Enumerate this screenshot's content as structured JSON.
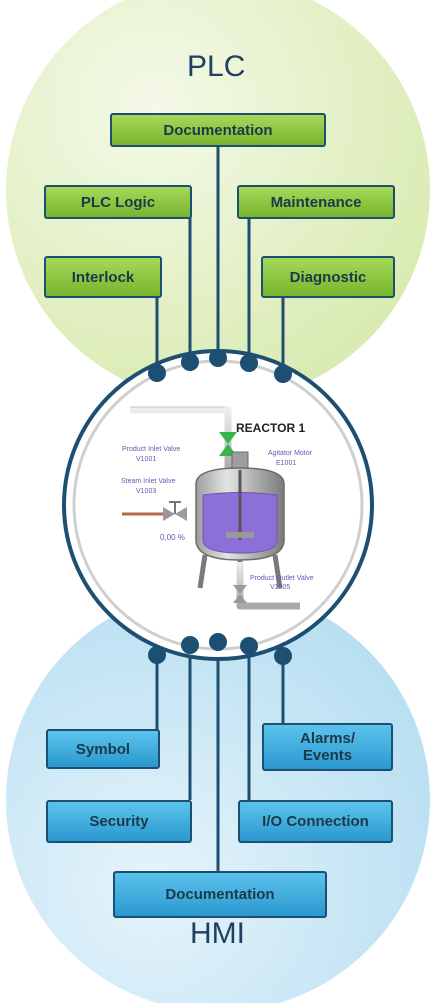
{
  "plc": {
    "title": "PLC",
    "boxes": {
      "documentation": "Documentation",
      "plc_logic": "PLC Logic",
      "maintenance": "Maintenance",
      "interlock": "Interlock",
      "diagnostic": "Diagnostic"
    }
  },
  "hmi": {
    "title": "HMI",
    "boxes": {
      "symbol": "Symbol",
      "alarms_events": "Alarms/\nEvents",
      "security": "Security",
      "io_connection": "I/O Connection",
      "documentation": "Documentation"
    }
  },
  "reactor": {
    "title": "REACTOR 1",
    "product_inlet_valve": "Product Inlet Valve",
    "product_inlet_tag": "V1001",
    "steam_inlet_valve": "Steam Inlet Valve",
    "steam_inlet_tag": "V1003",
    "valve_percent": "0,00 %",
    "agitator_motor": "Agitator Motor",
    "agitator_tag": "E1001",
    "product_outlet_valve": "Product Outlet Valve",
    "product_outlet_tag": "V1005"
  },
  "colors": {
    "plc_circle": "#e2efc4",
    "hmi_circle": "#c5e5f5",
    "plc_box": "#8cc63f",
    "hmi_box": "#3db0e2",
    "connector": "#1d4f73",
    "vessel_fill": "#8c70d8"
  }
}
